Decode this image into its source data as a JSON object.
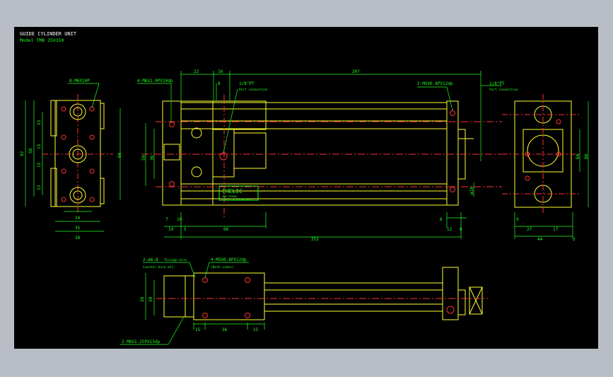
{
  "colors": {
    "background": "#000000",
    "outline": "#ffff30",
    "dimension": "#20ff20",
    "centerline": "#ff3030",
    "title": "#ffffff",
    "hole": "#ff3030"
  },
  "title": {
    "line1": "GUIDE CYLINDER UNIT",
    "line2": "Model TMB 25X150"
  },
  "left_view": {
    "top_note": "8-M6X10P",
    "dims": [
      "33",
      "15",
      "15",
      "23",
      "58",
      "92",
      "66"
    ],
    "bottom_dims": [
      "24",
      "35",
      "38"
    ]
  },
  "front_view": {
    "top_left_note": "4-M6X1.0PX10dp",
    "top_dims": [
      "22",
      "16",
      "207"
    ],
    "small_dim": "8",
    "port_note": "1/8\"PT",
    "port_sub": "Port connection",
    "right_note": "2-M5X0.8PX12dp",
    "left_dims": [
      "50",
      "36"
    ],
    "brand": "CHELIC",
    "brand_sub1": "TMB TP3505",
    "brand_sub2": "CHELIC DISTRIBUTORS",
    "right_dim": "ø16",
    "bottom_dims": [
      "7",
      "14",
      "10",
      "5",
      "66",
      "6",
      "12",
      "8",
      "252"
    ]
  },
  "right_view": {
    "port_note": "1/8\"PT",
    "port_sub": "Port connection",
    "dims_right": [
      "64",
      "88"
    ],
    "bottom_dims": [
      "9",
      "27",
      "17",
      "44",
      "2"
    ]
  },
  "bottom_view": {
    "note1": "2-ø6.8",
    "note1b": "Through-hole",
    "note1c": "Counter bore ø11",
    "note2": "4-M5X0.8PX12dp",
    "note2b": "(Both sides)",
    "note3": "2-M8X1.25PX15dp",
    "left_dims": [
      "38",
      "30"
    ],
    "bottom_dims": [
      "15",
      "36",
      "15"
    ]
  }
}
